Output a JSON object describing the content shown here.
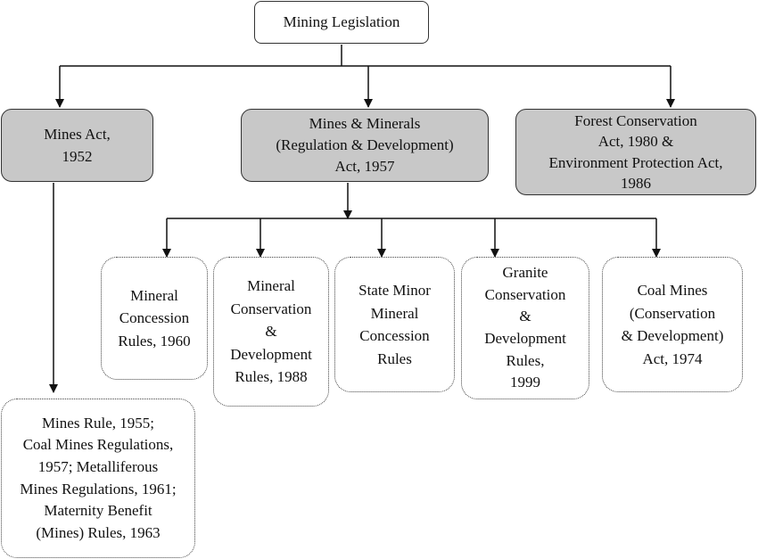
{
  "diagram": {
    "root": {
      "lines": [
        "Mining Legislation"
      ]
    },
    "acts": [
      {
        "lines": [
          "Mines Act,",
          "1952"
        ]
      },
      {
        "lines": [
          "Mines & Minerals",
          "(Regulation & Development)",
          "Act, 1957"
        ]
      },
      {
        "lines": [
          "Forest Conservation",
          "Act, 1980 &",
          "Environment Protection Act,",
          "1986"
        ]
      }
    ],
    "rules": [
      {
        "lines": [
          "Mineral",
          "Concession",
          "Rules, 1960"
        ]
      },
      {
        "lines": [
          "Mineral",
          "Conservation",
          "&",
          "Development",
          "Rules, 1988"
        ]
      },
      {
        "lines": [
          "State Minor",
          "Mineral",
          "Concession",
          "Rules"
        ]
      },
      {
        "lines": [
          "Granite",
          "Conservation",
          "&",
          "Development",
          "Rules,",
          "1999"
        ]
      },
      {
        "lines": [
          "Coal Mines",
          "(Conservation",
          "& Development)",
          "Act, 1974"
        ]
      }
    ],
    "mines_rules": {
      "lines": [
        "Mines Rule, 1955;",
        "Coal Mines Regulations,",
        "1957; Metalliferous",
        "Mines Regulations, 1961;",
        "Maternity Benefit",
        "(Mines) Rules, 1963"
      ]
    }
  }
}
